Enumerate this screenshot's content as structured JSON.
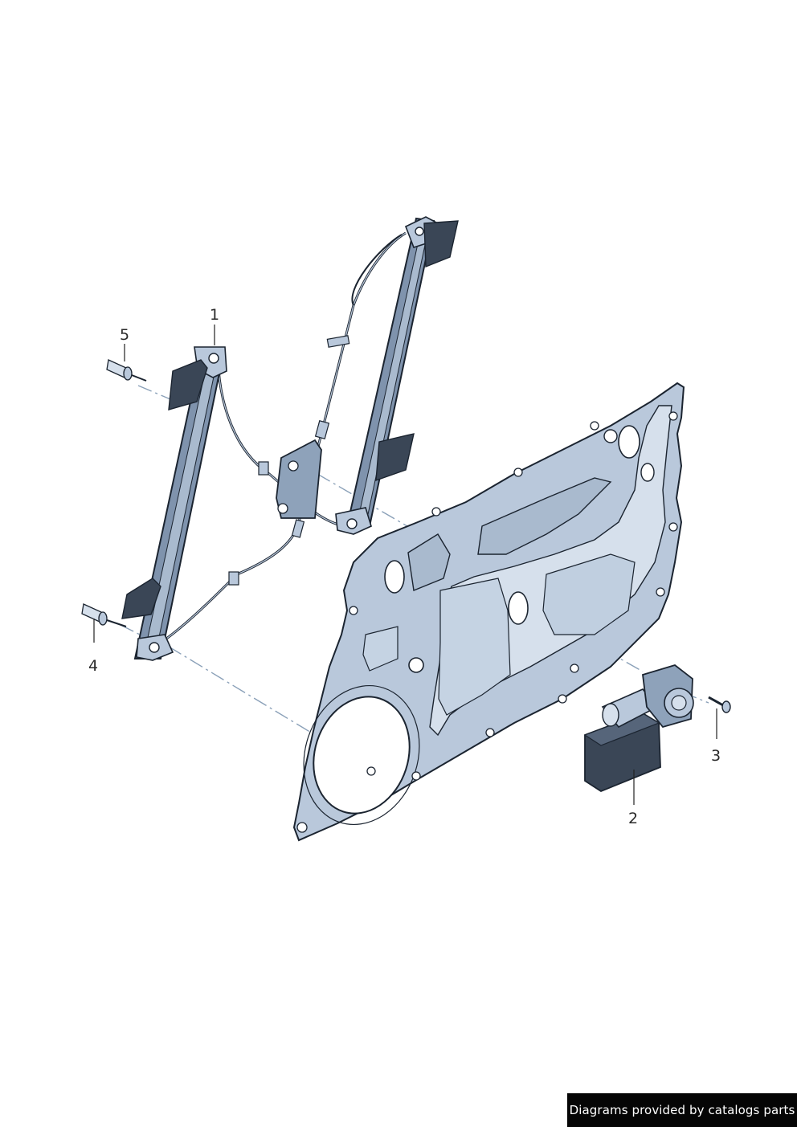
{
  "callouts": [
    {
      "id": "1",
      "text": "1"
    },
    {
      "id": "2",
      "text": "2"
    },
    {
      "id": "3",
      "text": "3"
    },
    {
      "id": "4",
      "text": "4"
    },
    {
      "id": "5",
      "text": "5"
    }
  ],
  "watermark": "Diagrams provided by catalogs parts",
  "colors": {
    "part_fill": "#b9c8db",
    "part_fill_light": "#d6e0ec",
    "part_fill_dark": "#8ea2ba",
    "outline": "#1b2430",
    "rail_fill": "#7f93ad",
    "dark_component": "#3a4656",
    "leader": "#222222",
    "centerline": "#8aa0b8",
    "watermark_bg": "#050505"
  }
}
